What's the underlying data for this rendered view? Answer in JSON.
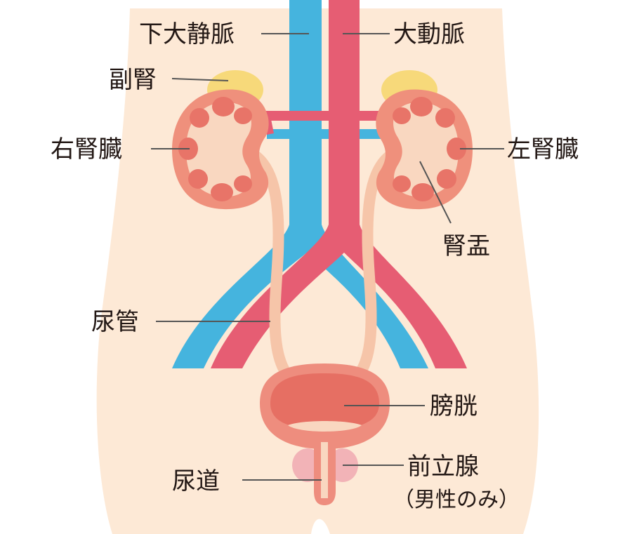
{
  "labels": {
    "ivc": "下大静脈",
    "aorta": "大動脈",
    "adrenal": "副腎",
    "right_kidney": "右腎臓",
    "left_kidney": "左腎臓",
    "renal_pelvis": "腎盂",
    "ureter": "尿管",
    "bladder": "膀胱",
    "prostate": "前立腺",
    "prostate_note": "（男性のみ）",
    "urethra": "尿道"
  },
  "colors": {
    "body": "#fde9d6",
    "vein": "#45b4de",
    "artery": "#e65d73",
    "kidney_outer": "#ef907c",
    "kidney_inner": "#f9d7c0",
    "kidney_pyramid": "#e87468",
    "adrenal": "#f7d97a",
    "ureter": "#f6c5a9",
    "bladder_wall": "#ee8d7e",
    "bladder_inner": "#e66f63",
    "prostate": "#f2b3b7",
    "text": "#231815"
  }
}
